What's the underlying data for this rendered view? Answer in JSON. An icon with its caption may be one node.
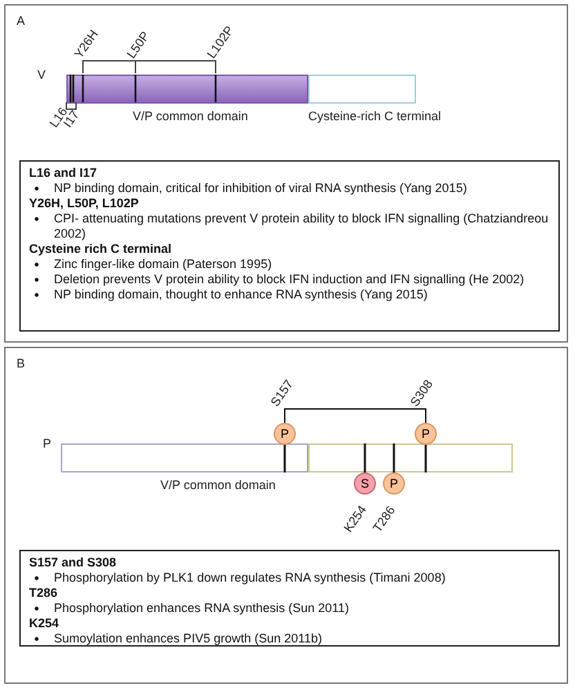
{
  "diagram": {
    "nodes": [
      {
        "text": [
          "A"
        ]
      },
      {
        "text": [],
        "shape": "bar",
        "in": 0,
        "beside": [
          "V/P common domain"
        ]
      },
      {
        "text": [],
        "shape": "bar",
        "in": 0,
        "beside": [
          "Cysteine-rich C terminal"
        ]
      },
      {
        "text": [
          "L16 and I17",
          "NP binding domain, critical for inhibition of viral RNA synthesis (Yang 2015)",
          "Y26H, L50P, L102P",
          "CPI- attenuating mutations prevent V protein ability to block IFN signalling (Chatziandreou 2002)",
          "Cysteine rich C terminal",
          "Zinc finger-like domain (Paterson 1995)",
          "Deletion prevents V protein ability to block IFN induction and IFN signalling (He 2002)",
          "NP binding domain, thought to enhance RNA synthesis (Yang 2015)"
        ],
        "in": 0
      },
      {
        "text": [
          "B"
        ]
      },
      {
        "text": [],
        "shape": "bar",
        "in": 4,
        "beside": [
          "V/P common domain"
        ]
      },
      {
        "text": [],
        "shape": "bar",
        "in": 4
      },
      {
        "text": [
          "P"
        ],
        "in": 4
      },
      {
        "text": [
          "P"
        ],
        "in": 4
      },
      {
        "text": [
          "S"
        ],
        "in": 4
      },
      {
        "text": [
          "P"
        ],
        "in": 4
      },
      {
        "text": [
          "S157 and S308",
          "Phosphorylation by PLK1 down regulates RNA synthesis (Timani 2008)",
          "T286",
          "Phosphorylation enhances RNA synthesis (Sun 2011)",
          "K254",
          "Sumoylation enhances PIV5 growth (Sun 2011b)"
        ],
        "in": 4
      }
    ],
    "edges": [
      {
        "from": 7,
        "to": 5,
        "arrow": "none"
      },
      {
        "from": 8,
        "to": 6,
        "arrow": "none"
      },
      {
        "from": 9,
        "to": 6,
        "arrow": "none"
      },
      {
        "from": 10,
        "to": 6,
        "arrow": "none"
      },
      {
        "from": 7,
        "to": 8,
        "arrow": "none"
      }
    ],
    "labels": [
      "Y26H",
      "L50P",
      "L102P",
      "V",
      "L16",
      "I17",
      "S157",
      "S308",
      "P",
      "K254",
      "T286"
    ]
  }
}
